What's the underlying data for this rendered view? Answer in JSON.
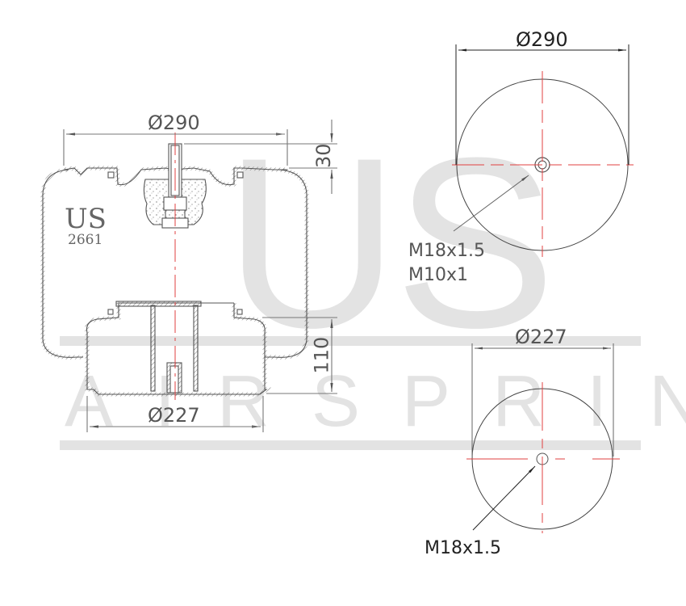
{
  "watermark": {
    "logo_text": "US",
    "registered_mark": "®",
    "tagline": "AIRSPRING"
  },
  "side_view": {
    "brand": "US",
    "part_number": "2661",
    "top_diameter": "Ø290",
    "bottom_diameter": "Ø227",
    "top_stud_height": "30",
    "piston_height": "110"
  },
  "top_view": {
    "diameter": "Ø290",
    "thread_1": "M18x1.5",
    "thread_2": "M10x1"
  },
  "bottom_view": {
    "diameter": "Ø227",
    "thread": "M18x1.5"
  },
  "colors": {
    "outline": "#555555",
    "centerline": "#e04040",
    "watermark": "#e3e3e3"
  }
}
